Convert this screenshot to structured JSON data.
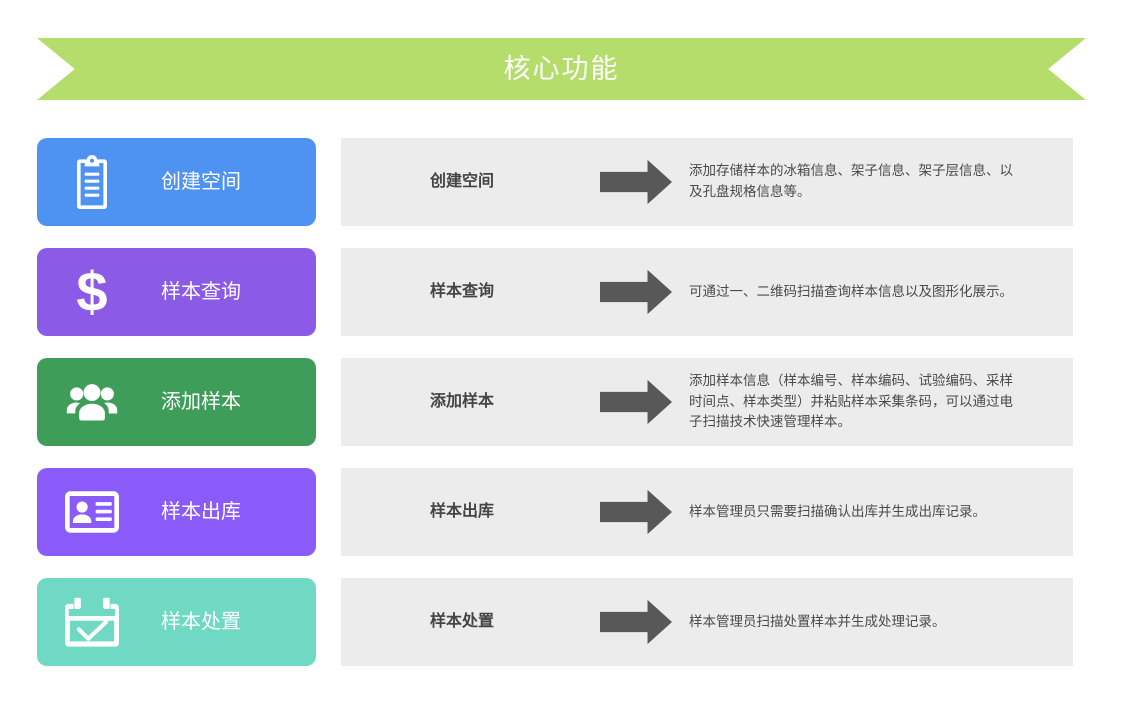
{
  "banner": {
    "title": "核心功能",
    "color": "#b5dd6b",
    "text_color": "#ffffff"
  },
  "panel": {
    "background": "#ececec",
    "arrow_color": "#585858",
    "arrow_icon": "right-arrow-icon"
  },
  "features": [
    {
      "label": "创建空间",
      "icon": "clipboard-icon",
      "color": "#4e92f2",
      "detail_title": "创建空间",
      "detail_text": "添加存储样本的冰箱信息、架子信息、架子层信息、以及孔盘规格信息等。"
    },
    {
      "label": "样本查询",
      "icon": "dollar-sign-icon",
      "color": "#8b5be8",
      "detail_title": "样本查询",
      "detail_text": "可通过一、二维码扫描查询样本信息以及图形化展示。"
    },
    {
      "label": "添加样本",
      "icon": "users-group-icon",
      "color": "#3e9e59",
      "detail_title": "添加样本",
      "detail_text": "添加样本信息（样本编号、样本编码、试验编码、采样时间点、样本类型）并粘贴样本采集条码，可以通过电子扫描技术快速管理样本。"
    },
    {
      "label": "样本出库",
      "icon": "id-card-icon",
      "color": "#8b5bfa",
      "detail_title": "样本出库",
      "detail_text": "样本管理员只需要扫描确认出库并生成出库记录。"
    },
    {
      "label": "样本处置",
      "icon": "calendar-check-icon",
      "color": "#6fd9c4",
      "detail_title": "样本处置",
      "detail_text": "样本管理员扫描处置样本并生成处理记录。"
    }
  ]
}
